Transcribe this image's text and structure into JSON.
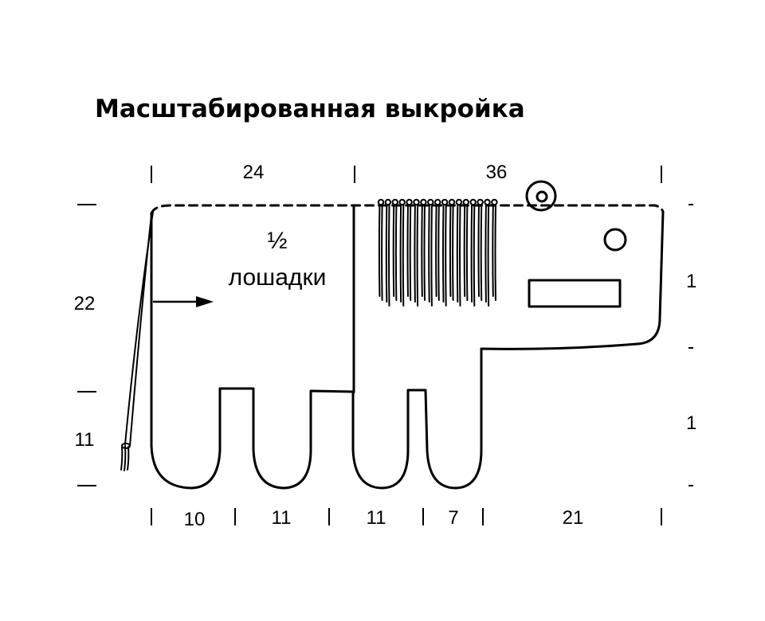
{
  "title": "Масштабированная выкройка",
  "pattern_label": {
    "fraction": "½",
    "text": "лошадки"
  },
  "dimensions": {
    "top": [
      "24",
      "36"
    ],
    "left": [
      "22",
      "11"
    ],
    "right": [
      "1",
      "1"
    ],
    "bottom": [
      "10",
      "11",
      "11",
      "7",
      "21"
    ]
  },
  "colors": {
    "ink": "#000000",
    "background": "#ffffff"
  },
  "icons": {
    "arrow": "arrow-right-icon",
    "eye": "eye-icon",
    "ear": "ear-icon",
    "mane": "mane-fringe-icon",
    "tail": "tail-tassel-icon",
    "mouth": "mouth-rectangle-icon"
  }
}
